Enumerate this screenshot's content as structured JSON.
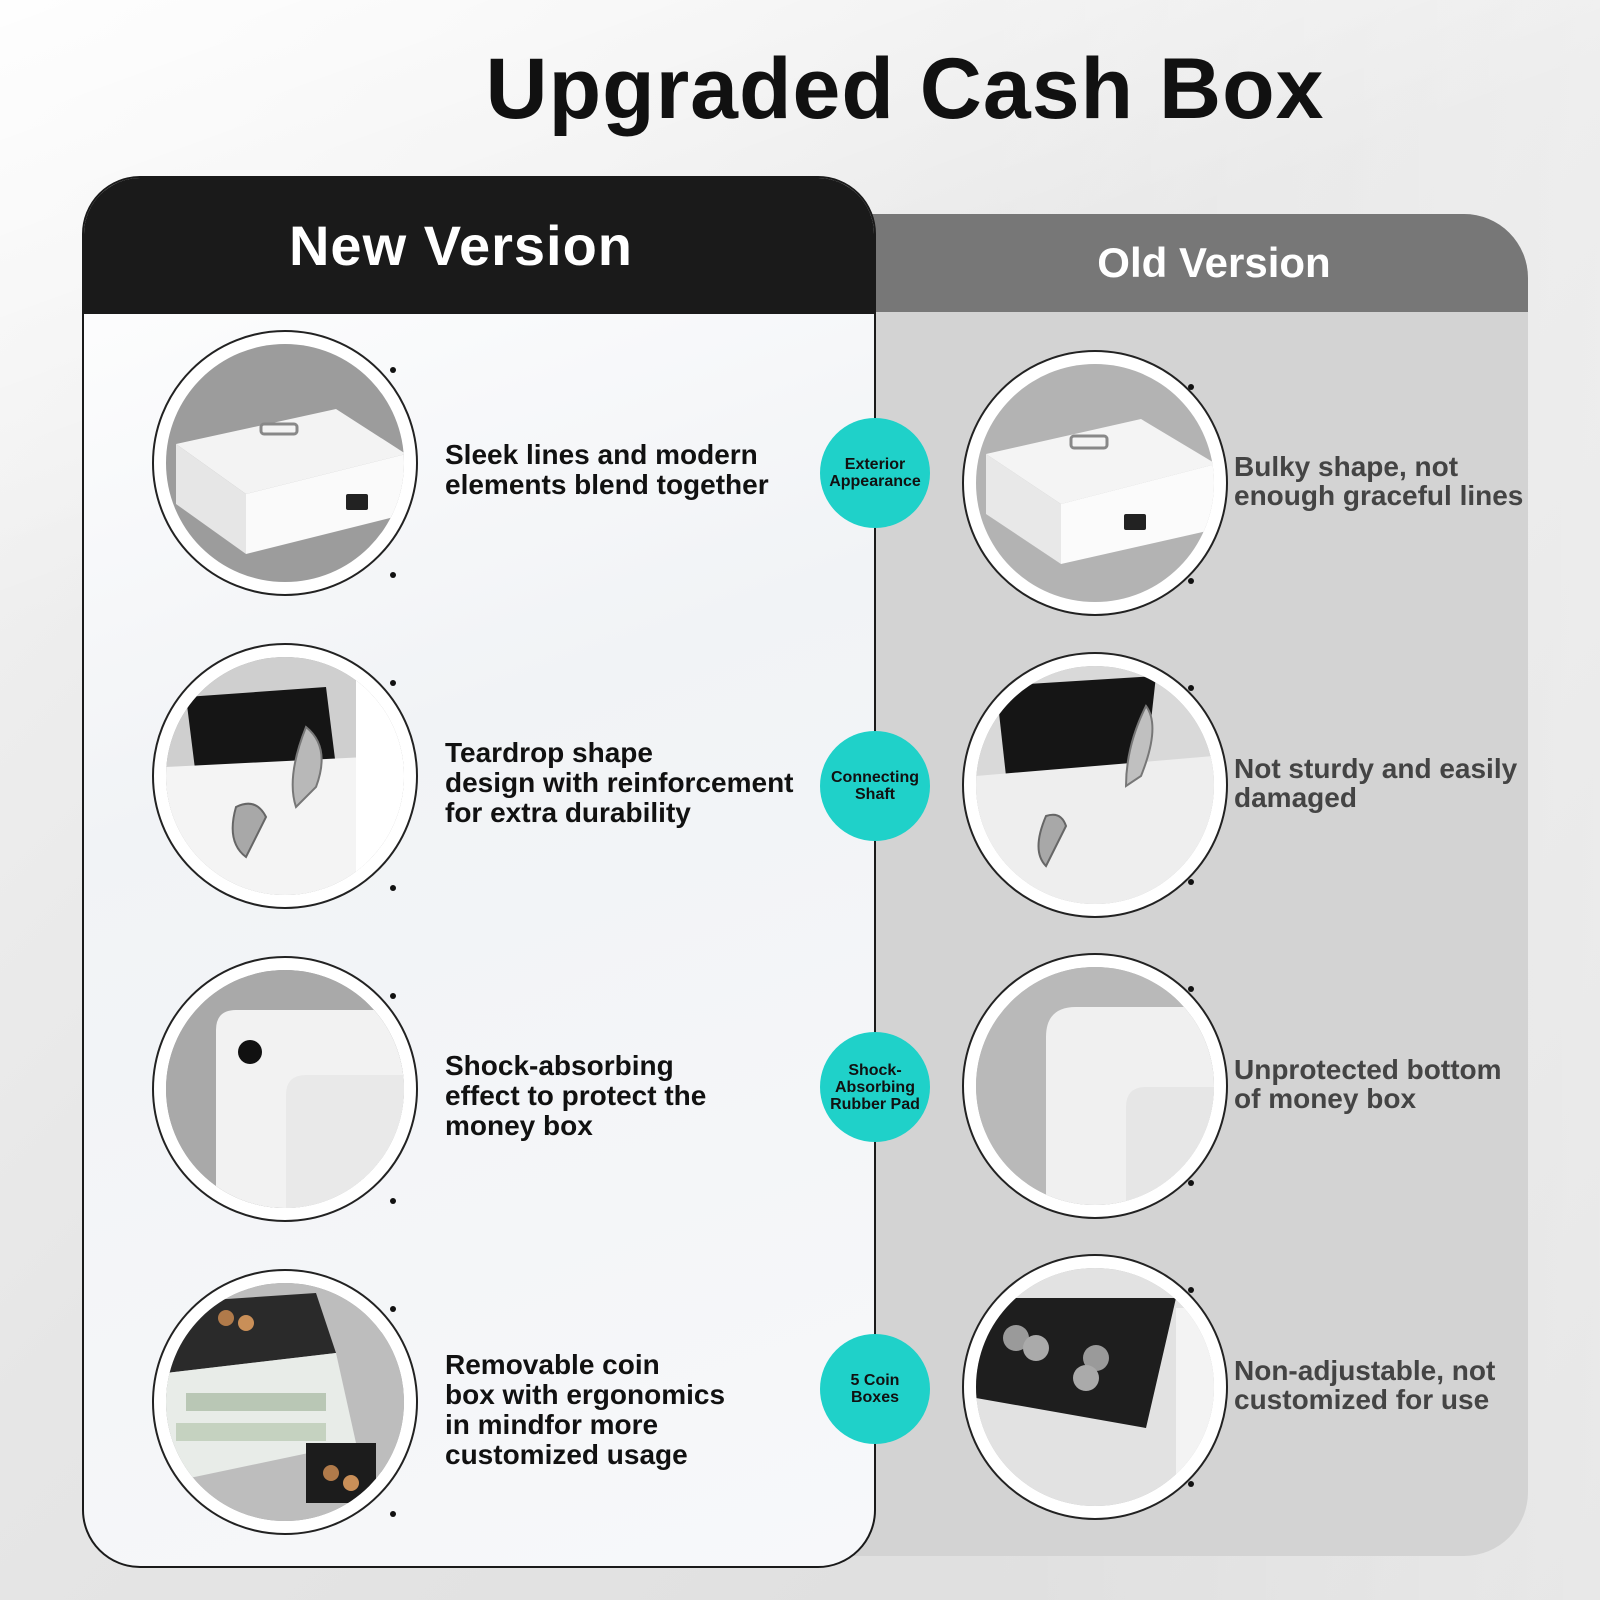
{
  "title": "Upgraded Cash Box",
  "new_panel": {
    "header": "New Version",
    "features": [
      {
        "text": "Sleek lines and modern\nelements blend together",
        "photo_icon": "cash-box-exterior"
      },
      {
        "text": "Teardrop shape\ndesign with reinforcement\nfor extra durability",
        "photo_icon": "hinge-shaft"
      },
      {
        "text": "Shock-absorbing\neffect to protect the\nmoney box",
        "photo_icon": "rubber-pad"
      },
      {
        "text": "Removable coin\nbox with ergonomics\nin mindfor more\ncustomized usage",
        "photo_icon": "coin-tray"
      }
    ]
  },
  "old_panel": {
    "header": "Old Version",
    "features": [
      {
        "text": "Bulky shape, not\nenough graceful lines",
        "photo_icon": "cash-box-exterior"
      },
      {
        "text": "Not sturdy and easily\ndamaged",
        "photo_icon": "hinge-shaft"
      },
      {
        "text": "Unprotected bottom\nof money box",
        "photo_icon": "box-corner"
      },
      {
        "text": "Non-adjustable, not\ncustomized for use",
        "photo_icon": "coin-tray"
      }
    ]
  },
  "badges": [
    {
      "label": "Exterior\nAppearance"
    },
    {
      "label": "Connecting\nShaft"
    },
    {
      "label": "Shock-\nAbsorbing\nRubber Pad"
    },
    {
      "label": "5 Coin\nBoxes"
    }
  ],
  "colors": {
    "accent": "#1fd1c9",
    "new_header": "#1a1a1a",
    "old_header": "#777777",
    "old_panel": "#d3d3d3"
  }
}
